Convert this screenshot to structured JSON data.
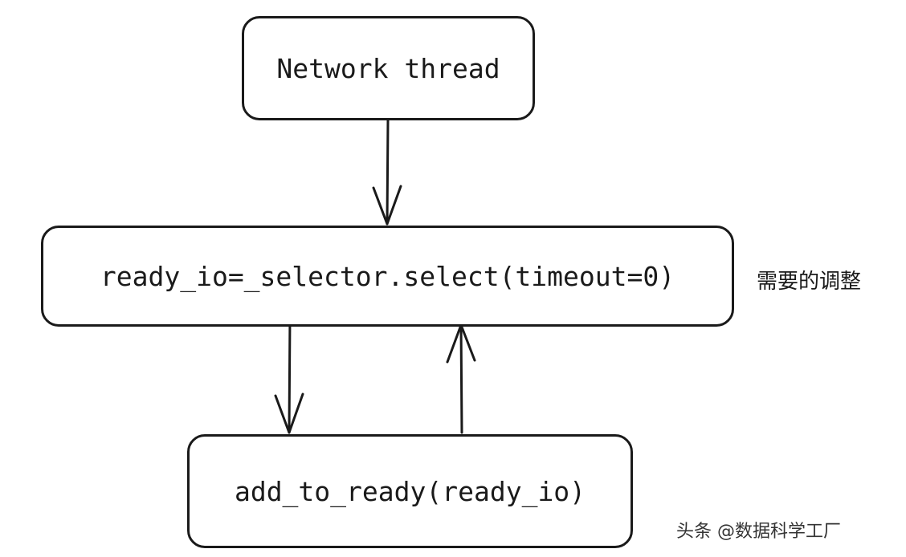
{
  "diagram": {
    "nodes": {
      "network_thread": "Network thread",
      "selector_select": "ready_io=_selector.select(timeout=0)",
      "add_to_ready": "add_to_ready(ready_io)"
    },
    "annotation": "需要的调整",
    "watermark": "头条 @数据科学工厂"
  }
}
